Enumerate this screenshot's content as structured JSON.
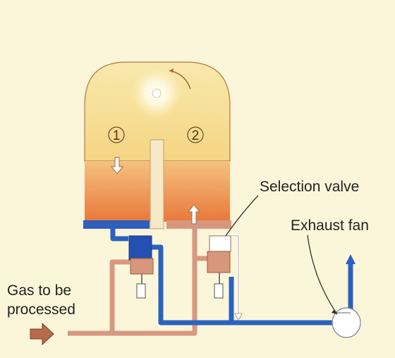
{
  "labels": {
    "selection_valve": "Selection valve",
    "exhaust_fan": "Exhaust fan",
    "gas_line1": "Gas to be",
    "gas_line2": "processed"
  },
  "chambers": {
    "left": "1",
    "right": "2"
  },
  "colors": {
    "background": "#fbf6d9",
    "vessel_top": "#f7e7a4",
    "vessel_bed": "#ee8a42",
    "clean_line": "#2b62c0",
    "raw_gas_line": "#d89880",
    "inlet_arrow": "#b86a4c",
    "valve_body": "#d8967a"
  },
  "icons": {
    "burner": "glow-circle-icon",
    "fan": "exhaust-fan-icon",
    "valve": "selection-valve-icon"
  }
}
